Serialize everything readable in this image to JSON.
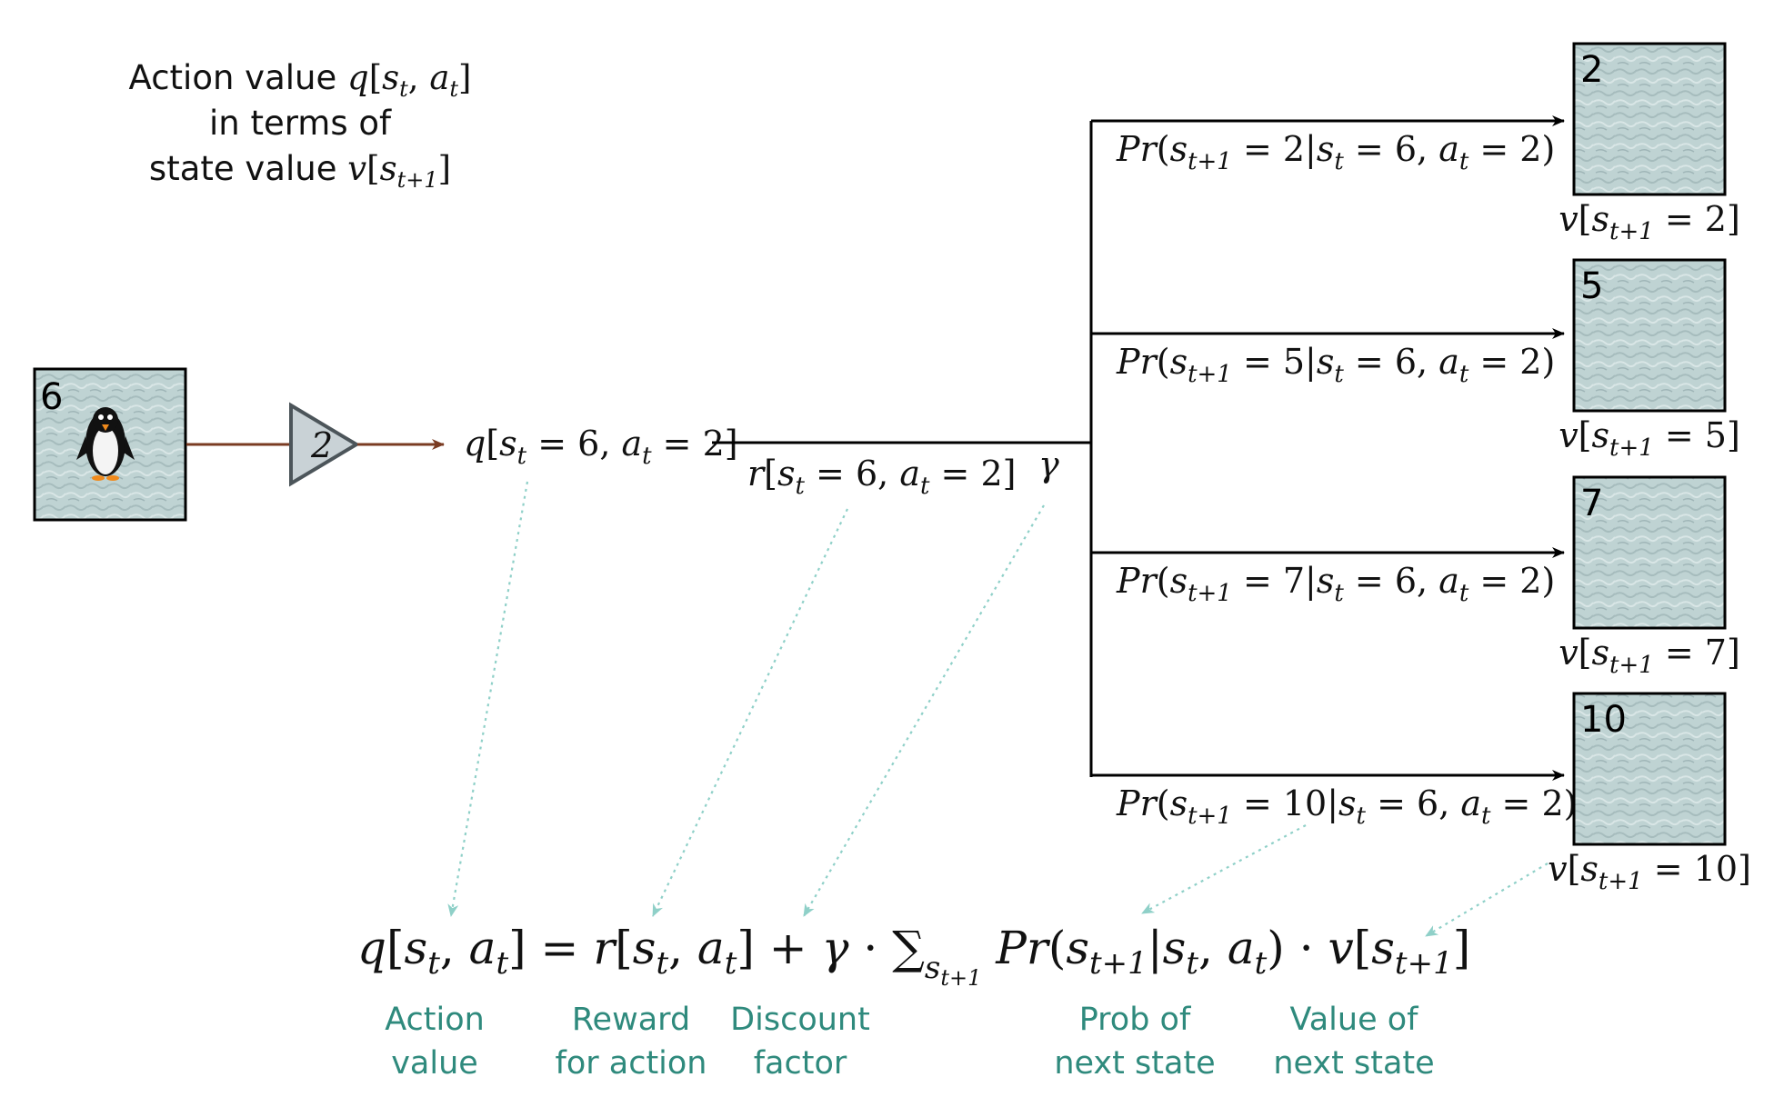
{
  "title": {
    "line1_text": "Action value ",
    "line1_q": "q",
    "line1_s": "s",
    "line1_s_sub": "t",
    "line1_a": "a",
    "line1_a_sub": "t",
    "line2": "in terms of",
    "line3_text": "state value ",
    "line3_v": "v",
    "line3_s": "s",
    "line3_s_sub": "t+1"
  },
  "start_state": {
    "number": "6",
    "agent": "penguin"
  },
  "action_label": "2",
  "q_label": {
    "q": "q",
    "s": "s",
    "t": "t",
    "six": "6",
    "a": "a",
    "two": "2"
  },
  "reward_label": {
    "r": "r",
    "s": "s",
    "t": "t",
    "six": "6",
    "a": "a",
    "two": "2"
  },
  "gamma": "γ",
  "branches": [
    {
      "next": "2",
      "prob_next": "2",
      "value_next": "2"
    },
    {
      "next": "5",
      "prob_next": "5",
      "value_next": "5"
    },
    {
      "next": "7",
      "prob_next": "7",
      "value_next": "7"
    },
    {
      "next": "10",
      "prob_next": "10",
      "value_next": "10"
    }
  ],
  "equation": {
    "q": "q",
    "s": "s",
    "t": "t",
    "a": "a",
    "r": "r",
    "gamma": "γ",
    "sum": "∑",
    "sum_sub": "s",
    "sum_sub_sub": "t+1",
    "Pr": "Pr",
    "v": "v",
    "t1": "t+1"
  },
  "captions": [
    {
      "line1": "Action",
      "line2": "value"
    },
    {
      "line1": "Reward",
      "line2": "for action"
    },
    {
      "line1": "Discount",
      "line2": "factor"
    },
    {
      "line1": "Prob of",
      "line2": "next state"
    },
    {
      "line1": "Value of",
      "line2": "next state"
    }
  ],
  "colors": {
    "ice": "#bfd3d3",
    "arrow_brown": "#7a3b22",
    "teal_text": "#2f8a7d",
    "teal_dotted": "#8fd0c8",
    "triangle_fill": "#c9d2d6",
    "triangle_stroke": "#4c555a"
  }
}
